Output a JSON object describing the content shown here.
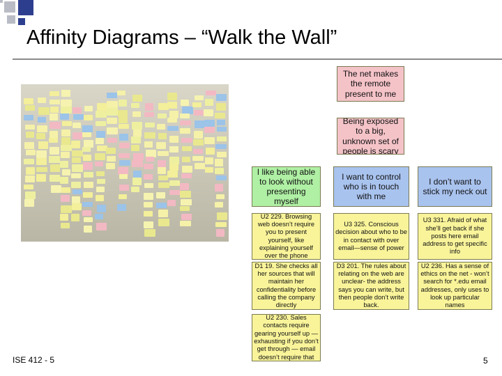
{
  "title": "Affinity Diagrams – “Walk the Wall”",
  "photo": {
    "description_name": "wall-of-sticky-notes-photo"
  },
  "notes": {
    "pink_1": "The net makes the remote present to me",
    "pink_2": "Being exposed to a big, unknown set of people is scary",
    "green_1": "I like being able to look without presenting myself",
    "blue_1": "I want to control who is in touch with me",
    "blue_2": "I don’t want to stick my neck out",
    "y_c1_r1": "U2 229. Browsing web doesn’t require you to present yourself, like explaining yourself over the phone",
    "y_c1_r2": "D1 19. She checks all her sources that will maintain her confidentiality before calling the company directly",
    "y_c1_r3": "U2 230. Sales contacts require gearing yourself up — exhausting if you don’t get through — email doesn’t require that",
    "y_c2_r1": "U3 325. Conscious decision about who to be in contact with over email—sense of power",
    "y_c2_r2": "D3 201. The rules about relating on the web are unclear- the address says you can write, but then people don’t write back.",
    "y_c3_r1": "U3 331. Afraid of what she’ll get back if she posts here email address to get specific info",
    "y_c3_r2": "U2 236. Has a sense of ethics on the net - won’t search for *.edu email addresses, only uses to look up particular names"
  },
  "footer": {
    "course": "ISE 412 - 5",
    "page": "5"
  },
  "colors": {
    "pink": "#f4c3c8",
    "green": "#aff0a4",
    "blue": "#a9c3ef",
    "yellow": "#f9f49a",
    "deco_blue": "#2e3e8f",
    "deco_gray": "#b9bcc4"
  }
}
